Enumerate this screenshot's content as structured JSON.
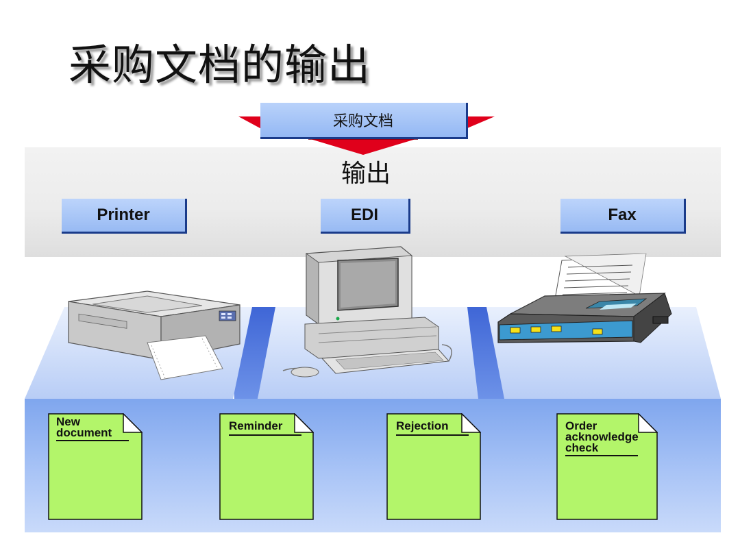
{
  "title": "采购文档的输出",
  "source": {
    "label": "采购文档"
  },
  "output_label": "输出",
  "channels": [
    {
      "label": "Printer"
    },
    {
      "label": "EDI"
    },
    {
      "label": "Fax"
    }
  ],
  "documents": [
    {
      "lines": [
        "New",
        "document"
      ]
    },
    {
      "lines": [
        "Reminder"
      ]
    },
    {
      "lines": [
        "Rejection"
      ]
    },
    {
      "lines": [
        "Order",
        "acknowledge",
        "check"
      ]
    }
  ],
  "colors": {
    "channel_fill": "#a8c6f7",
    "channel_shadow": "#1a3b8a",
    "arrow_red": "#e0001b",
    "note_green": "#b3f56a",
    "platform_blue": "#b9cff8"
  }
}
